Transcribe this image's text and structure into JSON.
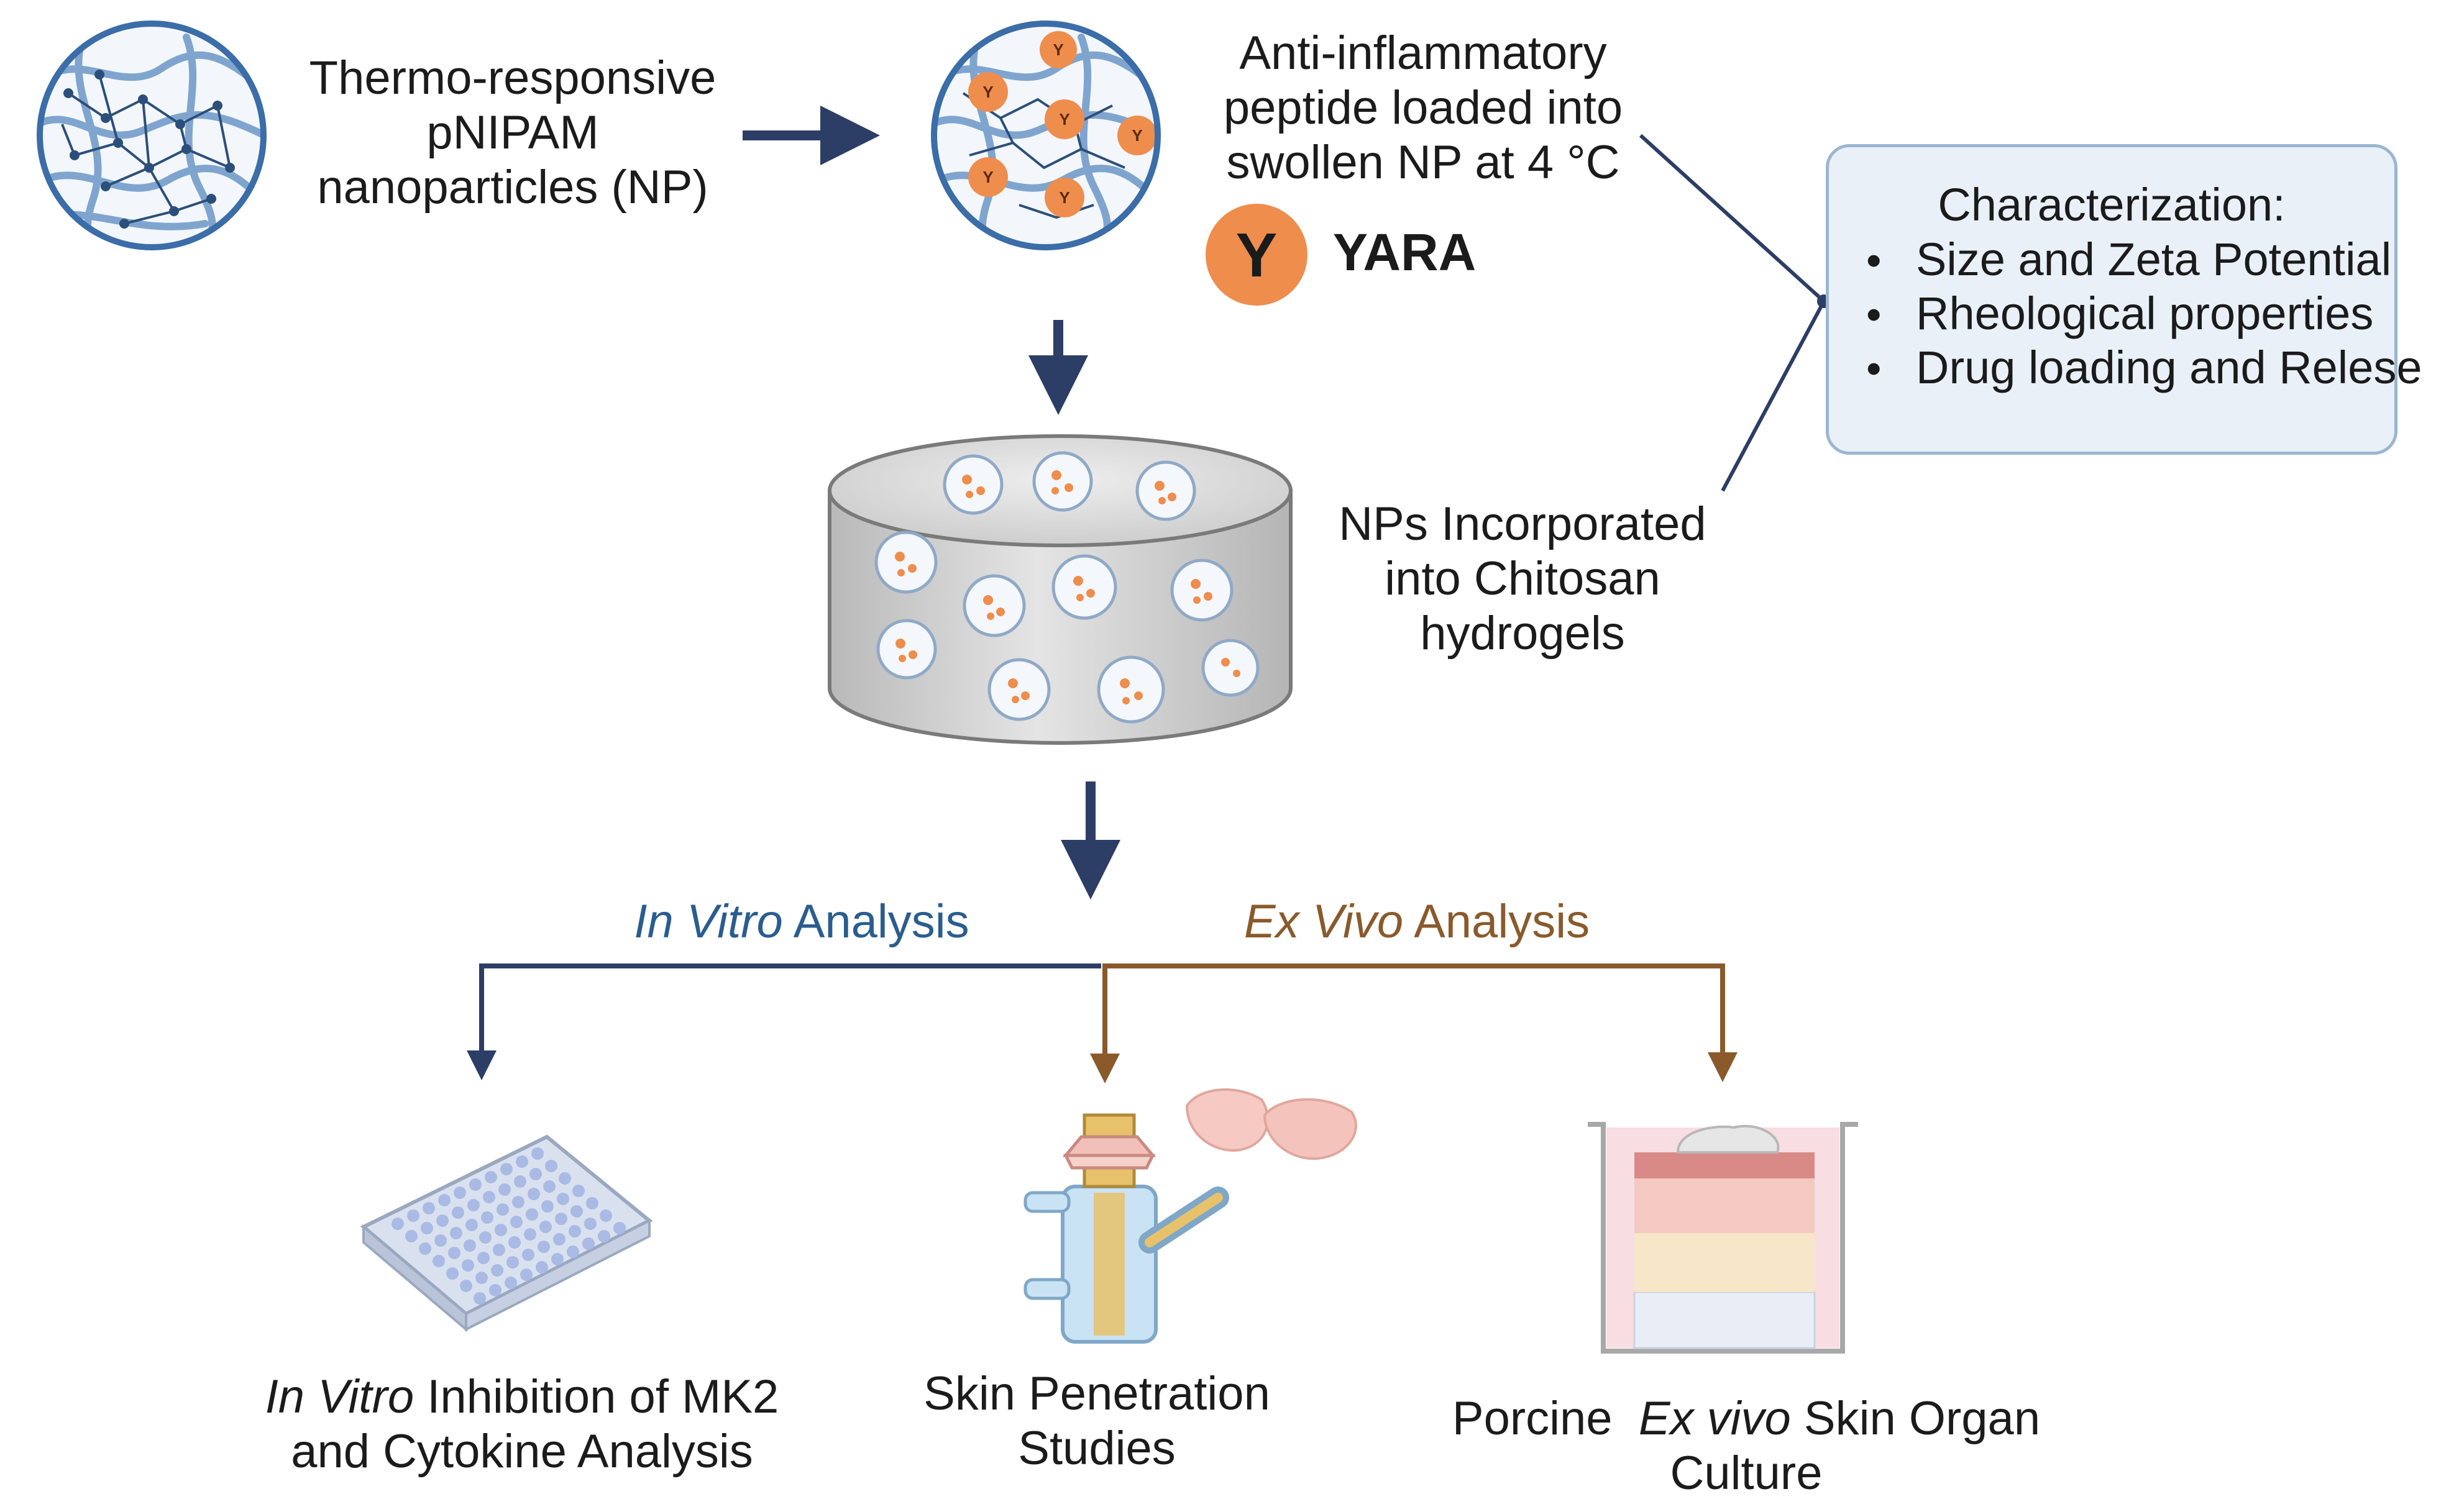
{
  "np_label": [
    "Thermo-responsive",
    "pNIPAM",
    "nanoparticles (NP)"
  ],
  "np_particle_glyph": "Y",
  "peptide_label": [
    "Anti-inflammatory",
    "peptide loaded into",
    "swollen NP at 4 °C"
  ],
  "legend": {
    "icon_letter": "Y",
    "name": "YARA"
  },
  "characterization": {
    "title": "Characterization:",
    "items": [
      "Size and Zeta Potential",
      "Rheological properties",
      "Drug loading and Relese"
    ]
  },
  "hydrogel_label": [
    "NPs Incorporated",
    "into Chitosan",
    "hydrogels"
  ],
  "in_vitro_branch": {
    "italic": "In Vitro",
    "rest": " Analysis"
  },
  "ex_vivo_branch": {
    "italic": "Ex Vivo",
    "rest": " Analysis"
  },
  "outputs": {
    "in_vitro": {
      "line1_italic": "In Vitro",
      "line1_rest": " Inhibition of MK2",
      "line2": "and Cytokine Analysis"
    },
    "skin_penetration": {
      "line1": "Skin Penetration",
      "line2": "Studies"
    },
    "organ_culture": {
      "line1_pre": "Porcine  ",
      "line1_italic": "Ex vivo",
      "line1_rest": " Skin Organ",
      "line2": "Culture"
    }
  },
  "colors": {
    "navy_arrow": "#2c3e66",
    "in_vitro_blue": "#2a5d8f",
    "ex_vivo_brown": "#8a5a2b",
    "peptide_orange": "#ef8d4d",
    "particle_blue": "#3b6da8",
    "box_fill": "#e9f0f8",
    "box_border": "#9bb6cf"
  }
}
